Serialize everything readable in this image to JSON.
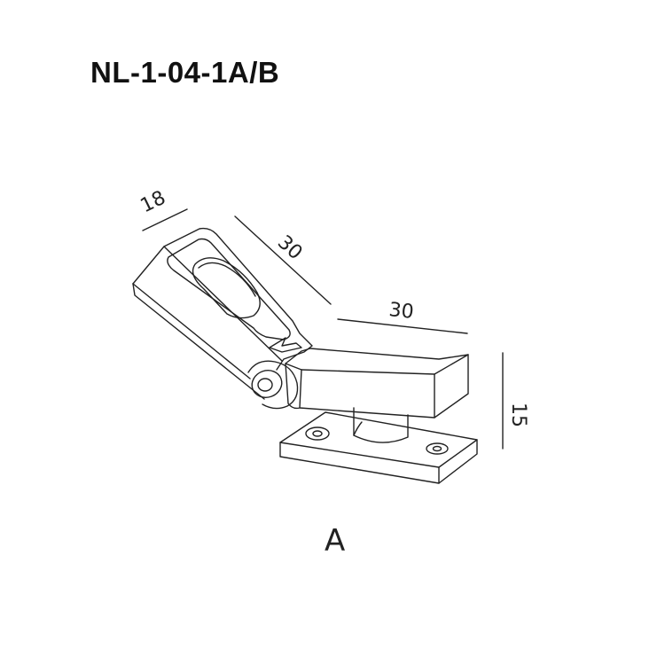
{
  "title": "NL-1-04-1A/B",
  "caption": "A",
  "dimensions": {
    "arm_width": "18",
    "arm_length": "30",
    "bar_length": "30",
    "height": "15"
  },
  "colors": {
    "line": "#222222",
    "background": "#ffffff"
  }
}
